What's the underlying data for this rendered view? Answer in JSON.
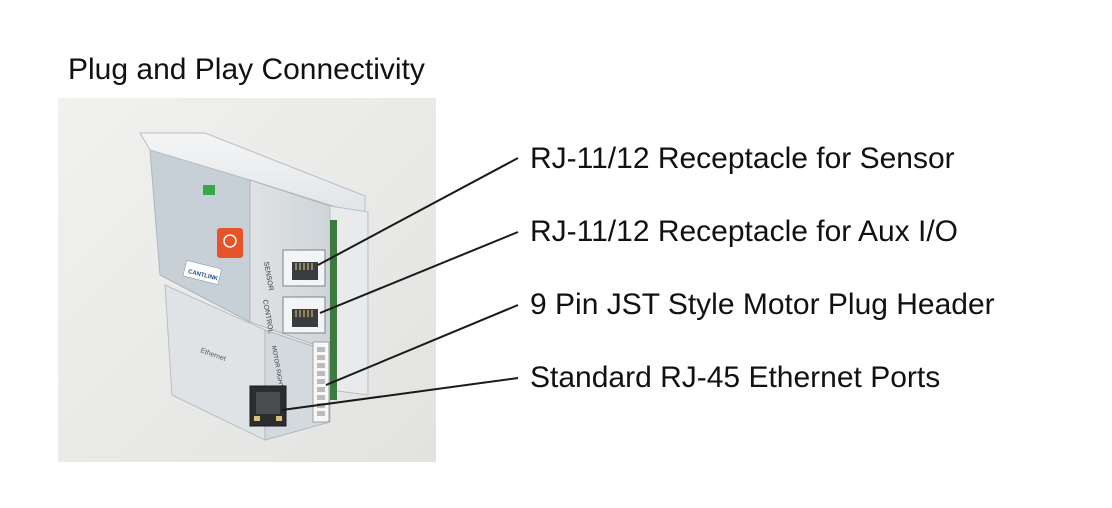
{
  "title": "Plug and Play Connectivity",
  "callouts": [
    "RJ-11/12 Receptacle for Sensor",
    "RJ-11/12 Receptacle for Aux I/O",
    "9 Pin JST Style Motor Plug Header",
    "Standard RJ-45 Ethernet Ports"
  ],
  "device": {
    "brand": "CANTLINK",
    "port_labels": [
      "SENSOR",
      "CONTROL",
      "MOTOR RIGHT",
      "Ethernet"
    ]
  },
  "colors": {
    "background": "#ffffff",
    "housing": "#e4e7ea",
    "faceplate": "#c7cfd6",
    "accent_orange": "#e8542a",
    "leader_line": "#1a1a1a"
  }
}
